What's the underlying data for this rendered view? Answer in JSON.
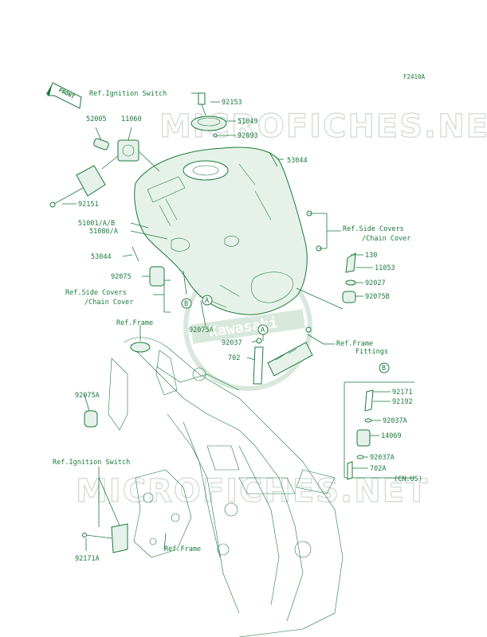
{
  "figure_code": "F2410A",
  "front_badge": "FRONT",
  "watermark": "MICROFICHES.NET",
  "logo_text": "Kawasaki",
  "parts": {
    "p92153": "92153",
    "p51049": "51049",
    "p92093": "92093",
    "p52005": "52005",
    "p11060": "11060",
    "p53044_top": "53044",
    "p92151": "92151",
    "p51001": "51001/A/B",
    "p51086": "51086/A",
    "p53044_left": "53044",
    "p130": "130",
    "p11053": "11053",
    "p92027": "92027",
    "p92075": "92075",
    "p92075B": "92075B",
    "p92075A_mid": "92075A",
    "p92037": "92037",
    "p702": "702",
    "p92075A_left": "92075A",
    "p92171": "92171",
    "p92192": "92192",
    "p92037A_1": "92037A",
    "p14069": "14069",
    "p92037A_2": "92037A",
    "p702A": "702A",
    "p92171A": "92171A"
  },
  "refs": {
    "ignition_top": "Ref.Ignition Switch",
    "side_right_1": "Ref.Side Covers",
    "side_right_2": "/Chain Cover",
    "side_left_1": "Ref.Side Covers",
    "side_left_2": "/Chain Cover",
    "frame_top": "Ref.Frame",
    "frame_fittings_1": "Ref.Frame",
    "frame_fittings_2": "Fittings",
    "ignition_bottom": "Ref.Ignition Switch",
    "frame_bottom": "Ref.Frame",
    "cnus": "(CN.US)"
  },
  "callouts": {
    "a_left": "A",
    "a_mid": "A",
    "b_left": "B",
    "b_right": "B"
  }
}
